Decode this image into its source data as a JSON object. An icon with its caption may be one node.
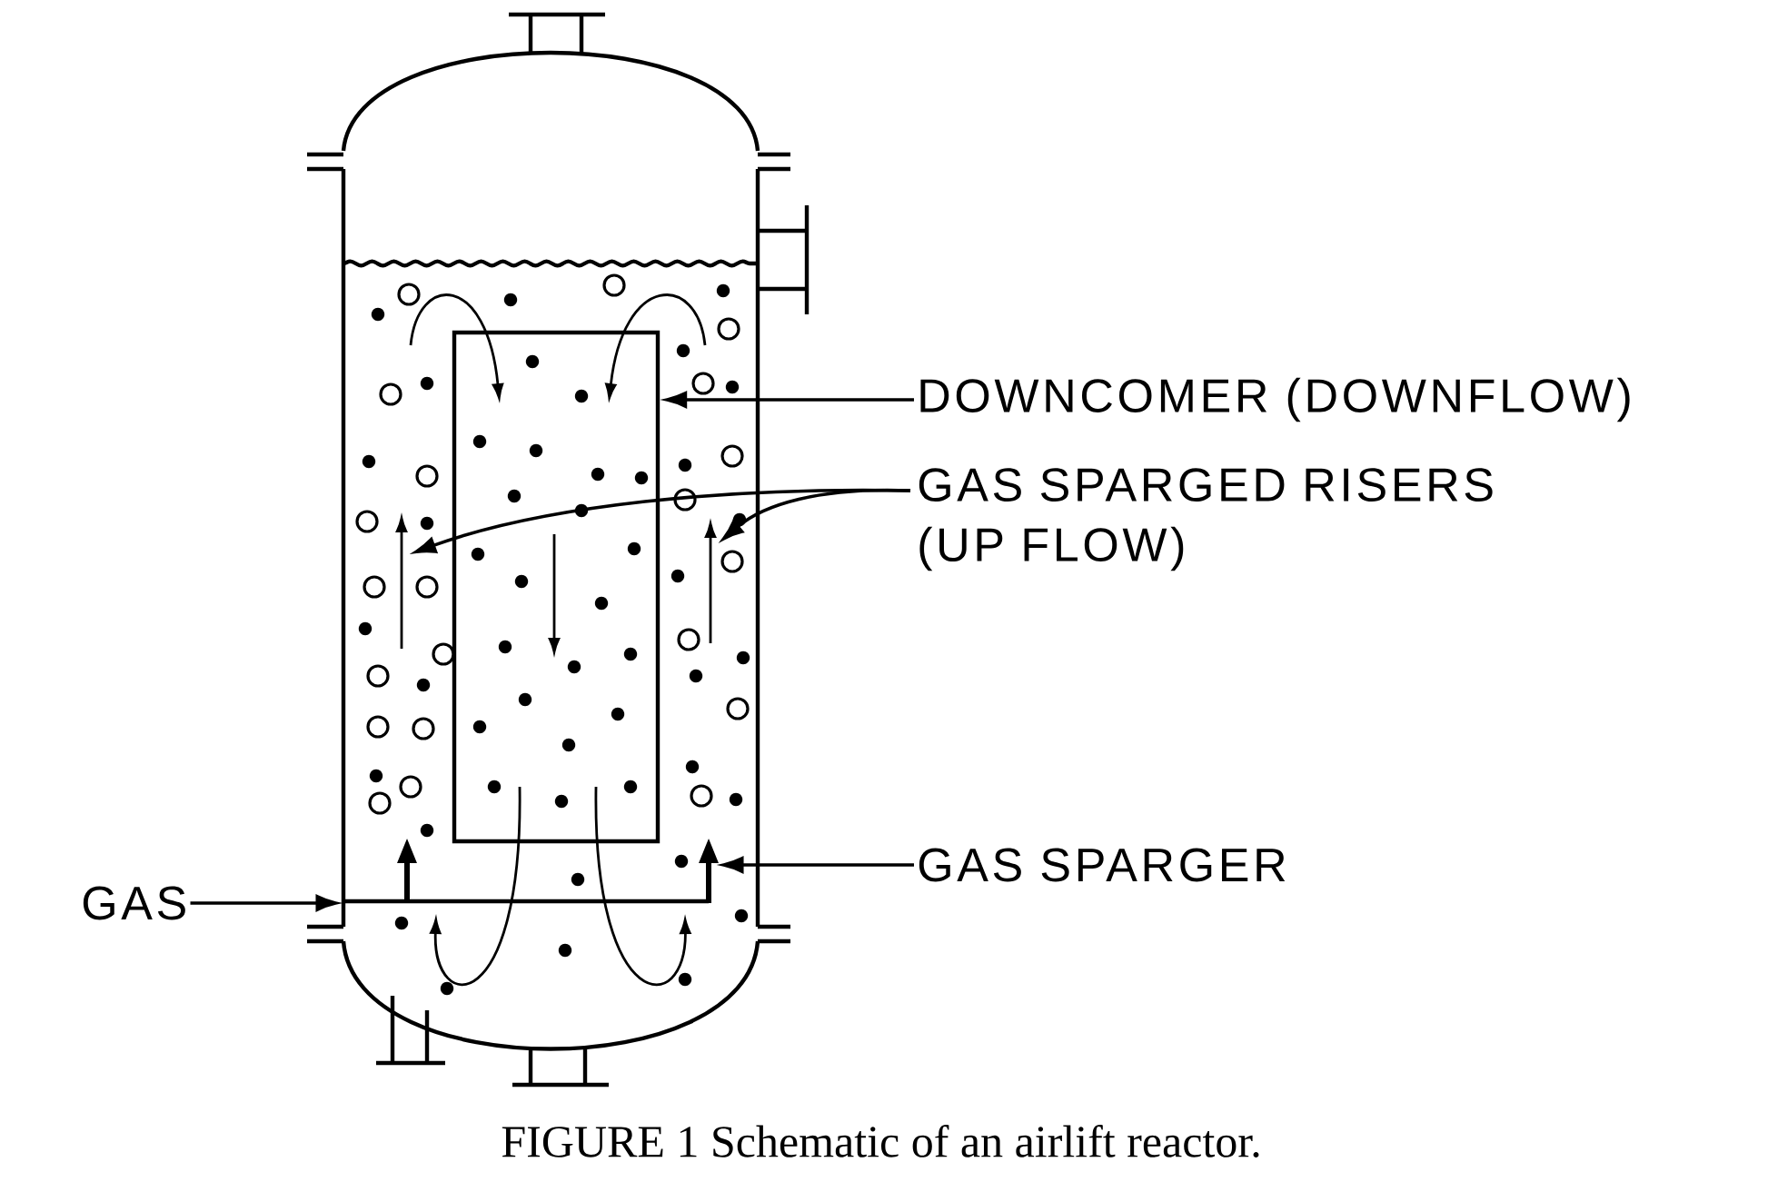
{
  "diagram": {
    "caption": "FIGURE 1 Schematic of an airlift reactor.",
    "nodes": [
      {
        "text": [
          "DOWNCOMER (DOWNFLOW)"
        ]
      },
      {
        "text": [
          "GAS SPARGED RISERS (UP FLOW)"
        ]
      },
      {
        "text": [
          "GAS SPARGER"
        ]
      },
      {
        "text": [
          "GAS"
        ]
      },
      {
        "text": [],
        "shape": "box"
      },
      {
        "text": [],
        "shape": "bar"
      },
      {
        "text": [],
        "shape": "arrow"
      },
      {
        "text": [],
        "shape": "arrow"
      }
    ],
    "edges": [
      {
        "from": 0,
        "to": 4,
        "arrow": "to"
      },
      {
        "from": 1,
        "to": 6,
        "arrow": "to"
      },
      {
        "from": 1,
        "to": 7,
        "arrow": "to"
      },
      {
        "from": 2,
        "to": 5,
        "arrow": "to"
      },
      {
        "from": 3,
        "to": 5,
        "arrow": "to"
      }
    ]
  }
}
